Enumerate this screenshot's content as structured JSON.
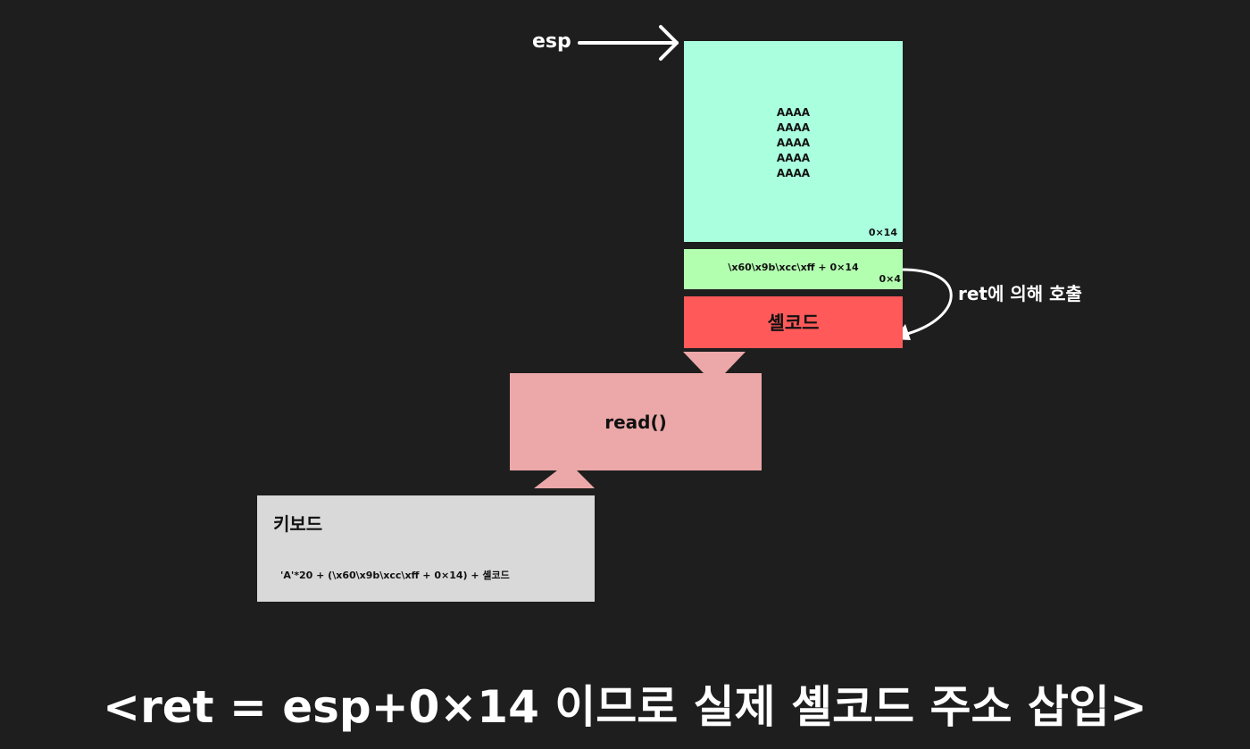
{
  "pointer": {
    "label": "esp"
  },
  "stack": {
    "buffer": {
      "lines": [
        "AAAA",
        "AAAA",
        "AAAA",
        "AAAA",
        "AAAA"
      ],
      "size": "0×14"
    },
    "ret": {
      "value": "\\x60\\x9b\\xcc\\xff + 0×14",
      "size": "0×4"
    },
    "shellcode": {
      "label": "셸코드"
    }
  },
  "ret_call": {
    "label": "ret에 의해 호출"
  },
  "read_call": {
    "label": "read()"
  },
  "keyboard": {
    "title": "키보드",
    "input": "'A'*20 + (\\x60\\x9b\\xcc\\xff + 0×14) + 셸코드"
  },
  "caption": "<ret = esp+0×14 이므로 실제 셸코드 주소 삽입>",
  "colors": {
    "background": "#1e1e1e",
    "buffer": "#aaffdf",
    "ret": "#b3ffb0",
    "shellcode": "#ff5959",
    "read": "#eca8a8",
    "keyboard": "#d9d9d9",
    "arrow": "#ffffff"
  }
}
